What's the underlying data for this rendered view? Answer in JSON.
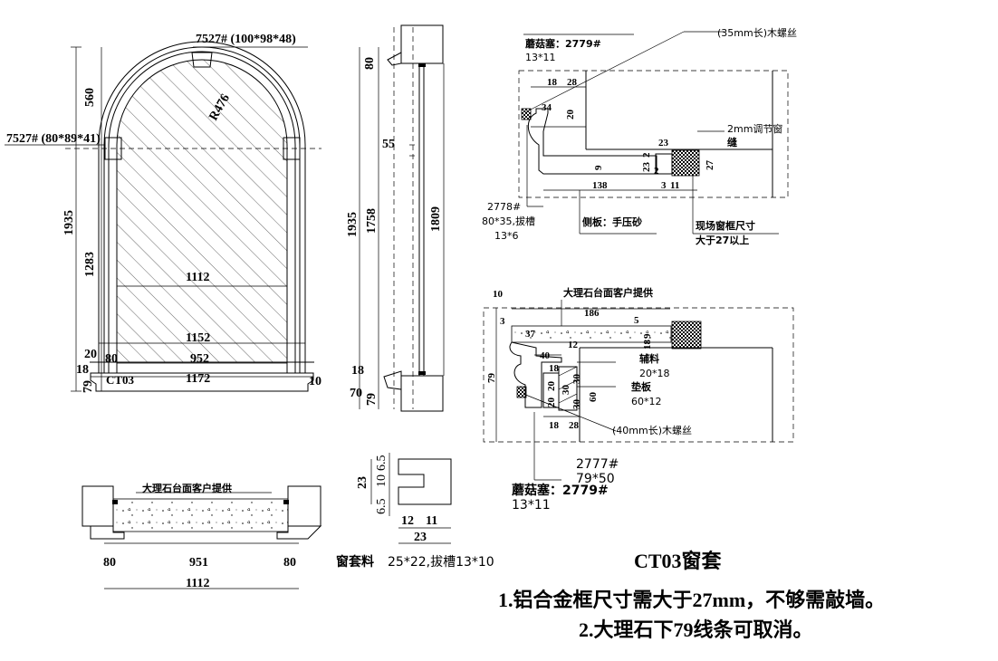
{
  "drawing": {
    "title": "CT03窗套",
    "notes": [
      "1.铝合金框尺寸需大于27mm，不够需敲墙。",
      "2.大理石下79线条可取消。"
    ],
    "elevation": {
      "top_label": "7527# (100*98*48)",
      "side_label": "7527# (80*89*41)",
      "radius": "R476",
      "dims_left": [
        "560",
        "1935",
        "1283",
        "20",
        "18",
        "79"
      ],
      "dims_inner": [
        "1112",
        "1152",
        "80",
        "952",
        "1172",
        "10"
      ],
      "tag": "CT03"
    },
    "section": {
      "dims": [
        "80",
        "55",
        "1935",
        "1758",
        "1809",
        "18",
        "70",
        "79"
      ]
    },
    "detail_top": {
      "screw": "(35mm长)木螺丝",
      "plug_label": "蘑菇塞：2779#",
      "plug_size": "13*11",
      "dims": [
        "18",
        "28",
        "34",
        "20",
        "23",
        "9",
        "23",
        "2",
        "2",
        "138",
        "3",
        "11",
        "27"
      ],
      "gap_label": "2mm调节窗",
      "gap_label2": "缝",
      "part_label": "2778#",
      "part_size": "80*35,拔槽",
      "part_groove": "13*6",
      "side_board": "侧板：手压砂",
      "frame_note": "现场窗框尺寸",
      "frame_note2": "大于27以上"
    },
    "detail_mid": {
      "marble_note": "大理石台面客户提供",
      "dims": [
        "10",
        "186",
        "3",
        "37",
        "5",
        "12",
        "9",
        "18",
        "40",
        "79",
        "18",
        "20",
        "30",
        "30",
        "60",
        "20",
        "30",
        "18",
        "28"
      ],
      "aux_label": "辅料",
      "aux_size": "20*18",
      "pad_label": "垫板",
      "pad_size": "60*12",
      "screw": "(40mm长)木螺丝",
      "part_label": "2777#",
      "part_size": "79*50",
      "plug_label": "蘑菇塞：2779#",
      "plug_size": "13*11"
    },
    "plan": {
      "marble_note": "大理石台面客户提供",
      "dims": [
        "80",
        "951",
        "80",
        "1112"
      ]
    },
    "profile": {
      "dims": [
        "23",
        "6.5",
        "10",
        "6.5",
        "12",
        "11",
        "23"
      ],
      "label": "窗套料",
      "size": "25*22,拔槽13*10"
    }
  }
}
